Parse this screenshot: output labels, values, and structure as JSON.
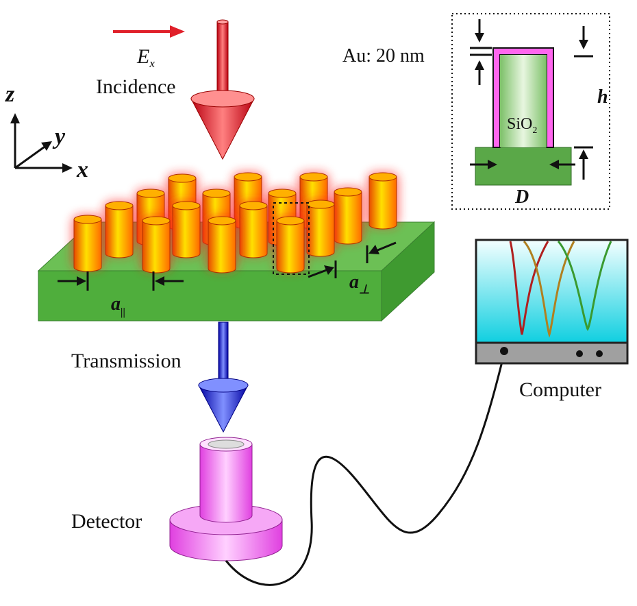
{
  "labels": {
    "field_symbol": "E",
    "field_sub": "x",
    "incidence": "Incidence",
    "transmission": "Transmission",
    "detector": "Detector",
    "computer": "Computer",
    "axis_z": "z",
    "axis_y": "y",
    "axis_x": "x",
    "gold": "Au: 20 nm",
    "oxide_main": "SiO",
    "oxide_sub": "2",
    "height": "h",
    "diameter": "D",
    "period_par": "a",
    "period_par_sub": "||",
    "period_perp": "a",
    "period_perp_sub": "⊥"
  },
  "colors": {
    "substrate": "#5fb84a",
    "pillar_orange": "#ff7a00",
    "pillar_glow": "#ff3030",
    "incident_beam": "#e0202a",
    "transmitted_beam": "#2020d0",
    "detector": "#ee66ee",
    "screen": "#22dce8",
    "gold_layer": "#ff66ee",
    "oxide": "#9ed48a"
  }
}
